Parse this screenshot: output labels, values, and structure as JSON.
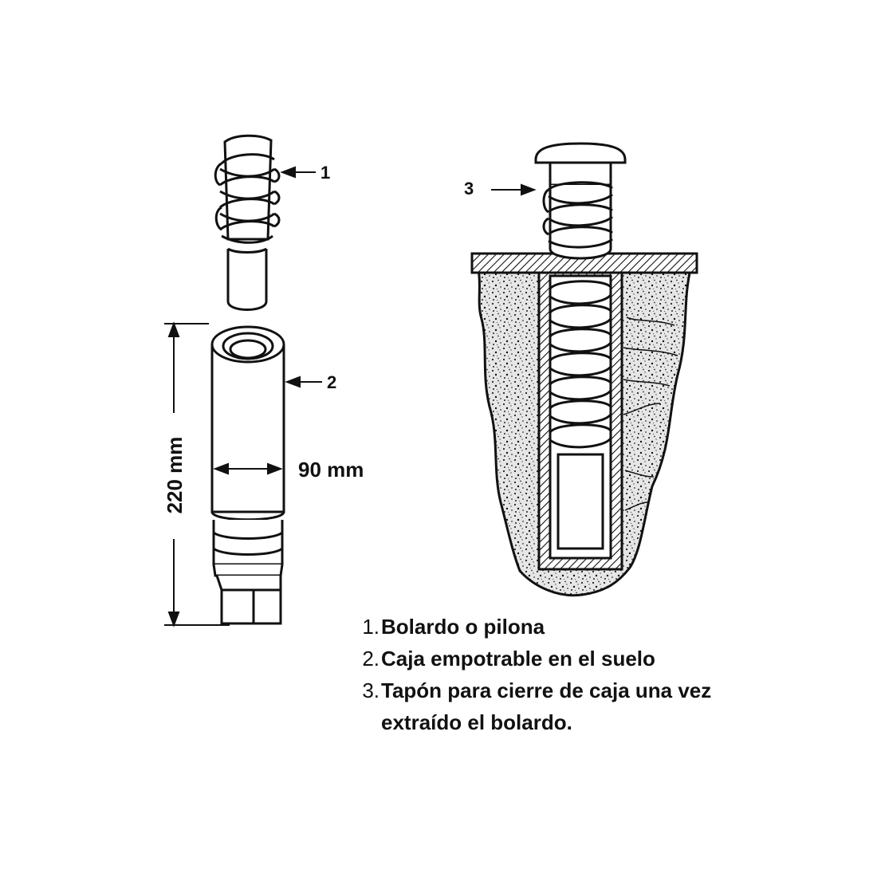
{
  "callouts": {
    "bollard_number": "1",
    "box_number": "2",
    "plug_number": "3"
  },
  "dimensions": {
    "height_label": "220 mm",
    "diameter_label": "90 mm"
  },
  "legend": [
    {
      "number": "1.",
      "text": "Bolardo o pilona"
    },
    {
      "number": "2.",
      "text": "Caja empotrable en el suelo"
    },
    {
      "number": "3.",
      "text": "Tapón para cierre de caja una vez extraído el bolardo."
    }
  ],
  "colors": {
    "ink": "#111111",
    "background": "#ffffff",
    "concrete": "#e8e8e8"
  }
}
